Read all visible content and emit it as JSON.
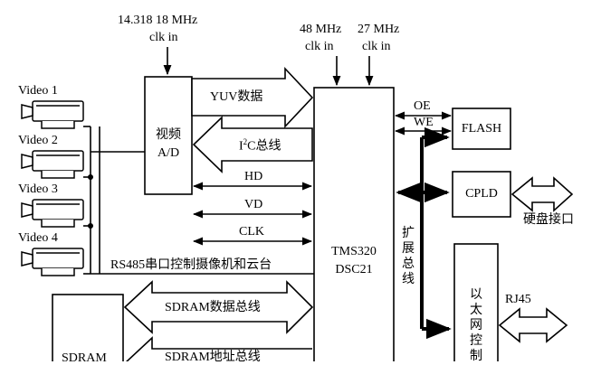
{
  "clocks": {
    "ad_freq": "14.318 18 MHz",
    "ad_clk": "clk in",
    "dsc_freq1": "48 MHz",
    "dsc_clk1": "clk in",
    "dsc_freq2": "27 MHz",
    "dsc_clk2": "clk in"
  },
  "cameras": [
    "Video 1",
    "Video 2",
    "Video 3",
    "Video 4"
  ],
  "blocks": {
    "ad": "视频A/D",
    "dsp_line1": "TMS320",
    "dsp_line2": "DSC21",
    "flash": "FLASH",
    "cpld": "CPLD",
    "ethernet": "以太网控制",
    "sdram": "SDRAM"
  },
  "signals": {
    "yuv": "YUV数据",
    "i2c_prefix": "I",
    "i2c_sup": "2",
    "i2c_suffix": "C总线",
    "hd": "HD",
    "vd": "VD",
    "clk": "CLK",
    "rs485": "RS485串口控制摄像机和云台",
    "oe": "OE",
    "we": "WE",
    "ext_bus": "扩展总线",
    "hdd": "硬盘接口",
    "rj45": "RJ45",
    "sdram_data": "SDRAM数据总线",
    "sdram_addr": "SDRAM地址总线"
  }
}
